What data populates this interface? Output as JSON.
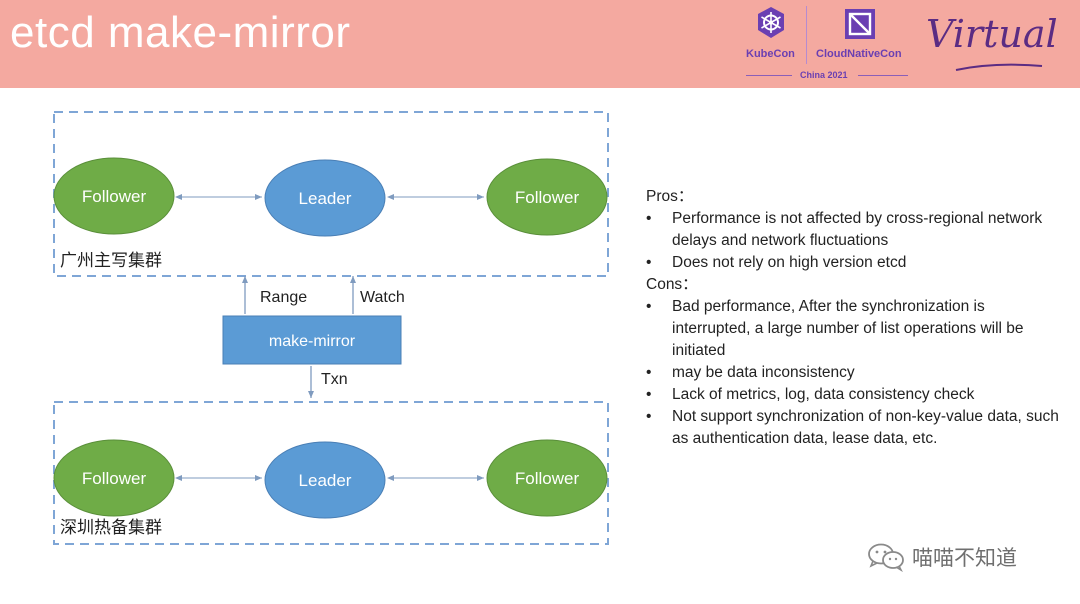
{
  "slide": {
    "title": "etcd make-mirror"
  },
  "logos": {
    "kubecon": "KubeCon",
    "cloudnativecon": "CloudNativeCon",
    "event": "China 2021",
    "virtual": "Virtual",
    "purple": "#6a3fb2"
  },
  "diagram": {
    "top_cluster": {
      "nodes": [
        "Follower",
        "Leader",
        "Follower"
      ],
      "label": "广州主写集群"
    },
    "bottom_cluster": {
      "nodes": [
        "Follower",
        "Leader",
        "Follower"
      ],
      "label": "深圳热备集群"
    },
    "range_label": "Range",
    "watch_label": "Watch",
    "make_mirror_label": "make-mirror",
    "txn_label": "Txn",
    "colors": {
      "follower": "#6fac47",
      "leader": "#5b9bd5",
      "box": "#5b9bd5",
      "dash": "#7fa6d6"
    }
  },
  "pros": {
    "title": "Pros：",
    "items": [
      "Performance is not affected by cross-regional network delays and network fluctuations",
      "Does not rely on high version etcd"
    ]
  },
  "cons": {
    "title": "Cons：",
    "items": [
      "Bad performance, After the synchronization is interrupted, a large number of list operations will be initiated",
      "may be data inconsistency",
      "Lack of metrics, log, data consistency check",
      "Not support synchronization of non-key-value data, such as authentication data, lease data, etc."
    ]
  },
  "watermark": {
    "text": "喵喵不知道",
    "icon": "wechat-icon"
  }
}
